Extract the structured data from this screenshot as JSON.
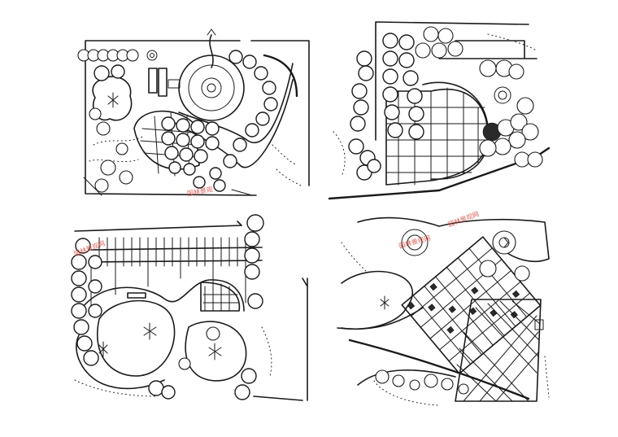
{
  "sheet": {
    "panels": [
      {
        "name": "top-left-plan"
      },
      {
        "name": "top-right-plan"
      },
      {
        "name": "bottom-left-plan"
      },
      {
        "name": "bottom-right-plan"
      }
    ],
    "watermarks": [
      "园林景观",
      "园林景观网",
      "园林景观网",
      "园林景观网"
    ]
  },
  "colors": {
    "ink": "#1a1a1a",
    "paper": "#ffffff",
    "watermark": "#d9473f"
  }
}
